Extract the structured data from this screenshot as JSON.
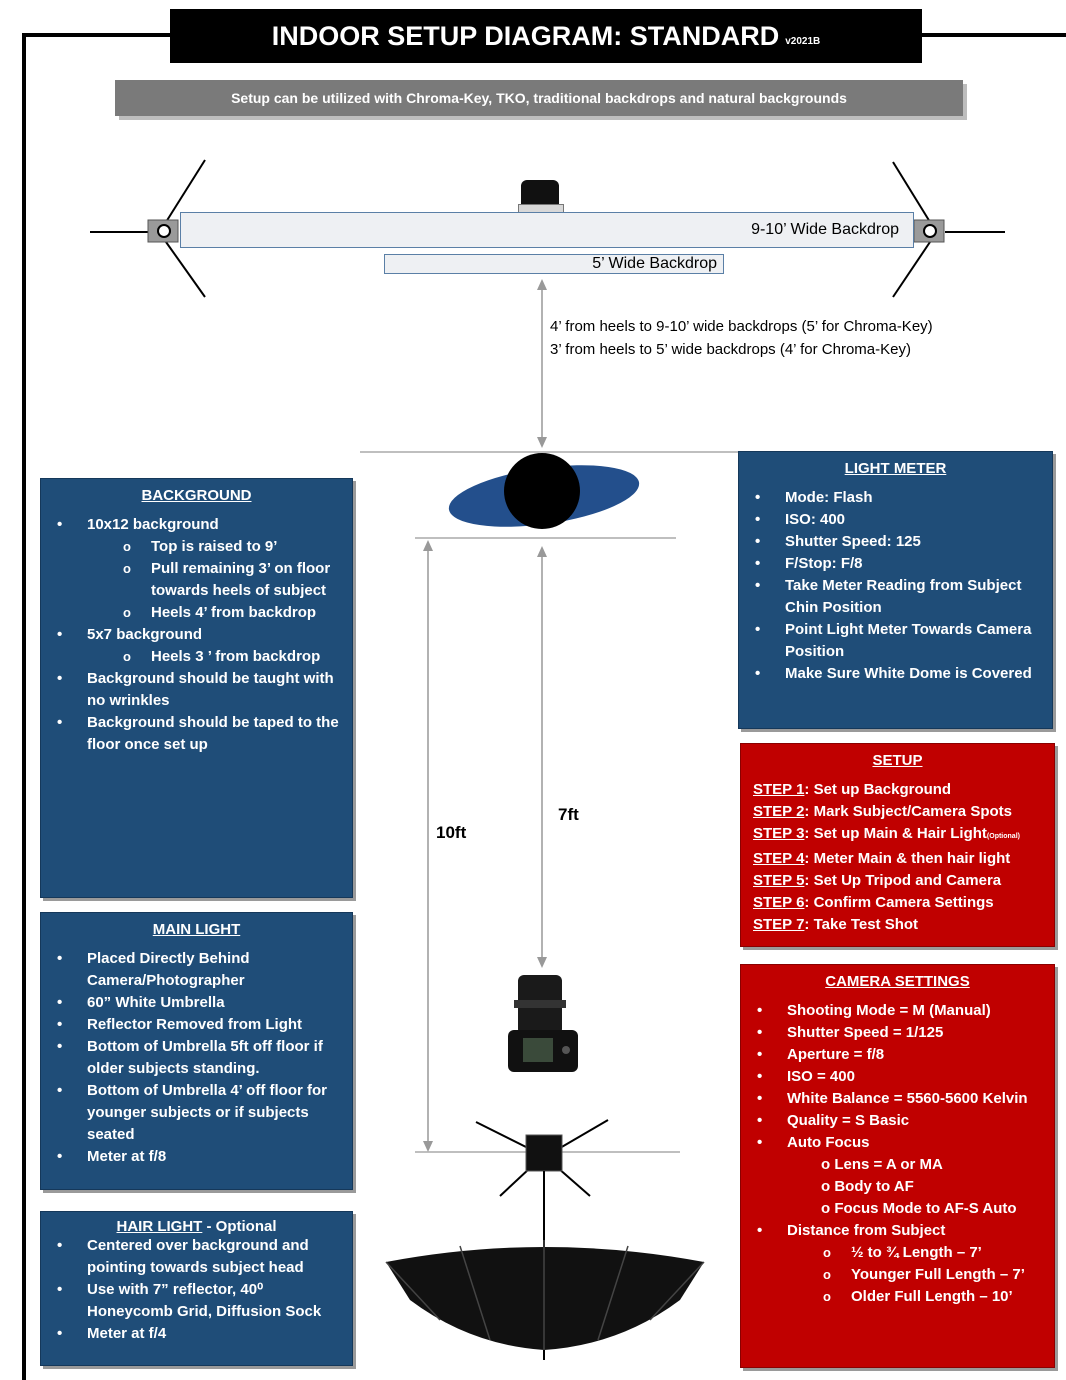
{
  "header": {
    "title": "INDOOR SETUP DIAGRAM: STANDARD",
    "version": "v2021B",
    "subtitle": "Setup can be utilized with Chroma-Key, TKO, traditional backdrops and natural backgrounds"
  },
  "backdrops": {
    "wide_label": "9-10’ Wide Backdrop",
    "narrow_label": "5’ Wide Backdrop"
  },
  "distance_notes": [
    "4’ from heels to 9-10’ wide backdrops (5’ for Chroma-Key)",
    "3’ from heels to 5’ wide backdrops (4’ for Chroma-Key)"
  ],
  "dimensions": {
    "subject_to_light": "10ft",
    "subject_to_camera": "7ft"
  },
  "background": {
    "heading": "BACKGROUND",
    "items": [
      {
        "level": 1,
        "text": "10x12 background"
      },
      {
        "level": 2,
        "text": "Top is raised to 9’"
      },
      {
        "level": 2,
        "text": "Pull remaining 3’ on floor towards heels of subject"
      },
      {
        "level": 2,
        "text": "Heels 4’ from backdrop"
      },
      {
        "level": 1,
        "text": "5x7 background"
      },
      {
        "level": 2,
        "text": "Heels 3 ’ from backdrop"
      },
      {
        "level": 1,
        "text": "Background should be taught with no wrinkles"
      },
      {
        "level": 1,
        "text": "Background should be taped to the floor once set up"
      }
    ]
  },
  "main_light": {
    "heading": "MAIN LIGHT",
    "items": [
      "Placed Directly Behind Camera/Photographer",
      "60” White Umbrella",
      "Reflector Removed from Light",
      "Bottom of Umbrella 5ft off floor if older subjects standing.",
      "Bottom of Umbrella 4’ off floor for younger subjects or if subjects seated",
      "Meter at f/8"
    ]
  },
  "hair_light": {
    "heading": "HAIR LIGHT",
    "heading_suffix": " - Optional",
    "items": [
      "Centered over background and pointing towards subject head",
      "Use with 7” reflector, 40⁰ Honeycomb Grid, Diffusion Sock",
      "Meter at f/4"
    ]
  },
  "light_meter": {
    "heading": "LIGHT METER",
    "items": [
      "Mode: Flash",
      "ISO: 400",
      "Shutter Speed: 125",
      "F/Stop: F/8",
      "Take Meter Reading from Subject Chin Position",
      "Point Light Meter Towards Camera Position",
      "Make Sure White Dome is Covered"
    ]
  },
  "setup": {
    "heading": "SETUP",
    "steps": [
      {
        "key": "STEP 1",
        "text": ": Set up Background",
        "note": ""
      },
      {
        "key": "STEP 2",
        "text": ": Mark Subject/Camera Spots",
        "note": ""
      },
      {
        "key": "STEP 3",
        "text": ": Set up Main & Hair Light",
        "note": "(Optional)"
      },
      {
        "key": "STEP 4",
        "text": ": Meter Main & then hair light",
        "note": ""
      },
      {
        "key": "STEP 5",
        "text": ": Set Up Tripod and Camera",
        "note": ""
      },
      {
        "key": "STEP 6",
        "text": ": Confirm Camera Settings",
        "note": ""
      },
      {
        "key": "STEP 7",
        "text": ": Take Test Shot",
        "note": ""
      }
    ]
  },
  "camera_settings": {
    "heading": "CAMERA SETTINGS",
    "items": [
      {
        "level": 1,
        "text": "Shooting Mode = M (Manual)"
      },
      {
        "level": 1,
        "text": "Shutter Speed = 1/125"
      },
      {
        "level": 1,
        "text": "Aperture = f/8"
      },
      {
        "level": 1,
        "text": "ISO = 400"
      },
      {
        "level": 1,
        "text": "White Balance = 5560-5600 Kelvin"
      },
      {
        "level": 1,
        "text": "Quality = S Basic"
      },
      {
        "level": 1,
        "text": "Auto Focus"
      },
      {
        "level": 3,
        "text": "o Lens = A or MA"
      },
      {
        "level": 3,
        "text": "o Body to AF"
      },
      {
        "level": 3,
        "text": "o Focus Mode to AF-S Auto"
      },
      {
        "level": 1,
        "text": "Distance from Subject"
      },
      {
        "level": 2,
        "text": "½ to ¾ Length – 7’"
      },
      {
        "level": 2,
        "text": "Younger Full Length – 7’"
      },
      {
        "level": 2,
        "text": "Older Full Length – 10’"
      }
    ]
  },
  "colors": {
    "blue_panel": "#1f4d78",
    "red_panel": "#c00000",
    "subtitle_bar": "#7a7a7a",
    "subject_ellipse": "#234f8c"
  },
  "icons": [
    "stand-left-icon",
    "stand-right-icon",
    "hair-light-icon",
    "subject-icon",
    "camera-icon",
    "main-light-stand-icon",
    "umbrella-icon"
  ]
}
